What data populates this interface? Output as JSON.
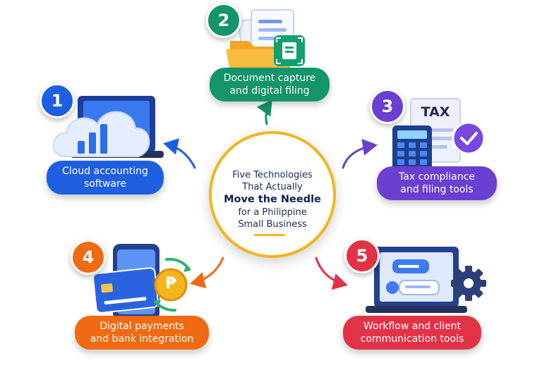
{
  "center": {
    "lines": [
      "Five Technologies",
      "That Actually",
      "Move the Needle",
      "for a Philippine",
      "Small Business"
    ]
  },
  "nodes": [
    {
      "number": "1",
      "lines": [
        "Cloud accounting",
        "software"
      ],
      "color": "#1d5fe0",
      "icon": "cloud-chart-icon"
    },
    {
      "number": "2",
      "lines": [
        "Document capture",
        "and digital filing"
      ],
      "color": "#13946a",
      "icon": "folder-document-scan-icon"
    },
    {
      "number": "3",
      "lines": [
        "Tax compliance",
        "and filing tools"
      ],
      "color": "#6a3fd1",
      "icon": "tax-calculator-icon",
      "icon_text": "TAX"
    },
    {
      "number": "4",
      "lines": [
        "Digital payments",
        "and bank integration"
      ],
      "color": "#ef6a12",
      "icon": "phone-card-peso-icon",
      "icon_text": "₱"
    },
    {
      "number": "5",
      "lines": [
        "Workflow and client",
        "communication tools"
      ],
      "color": "#e23246",
      "icon": "laptop-chat-gear-icon"
    }
  ]
}
